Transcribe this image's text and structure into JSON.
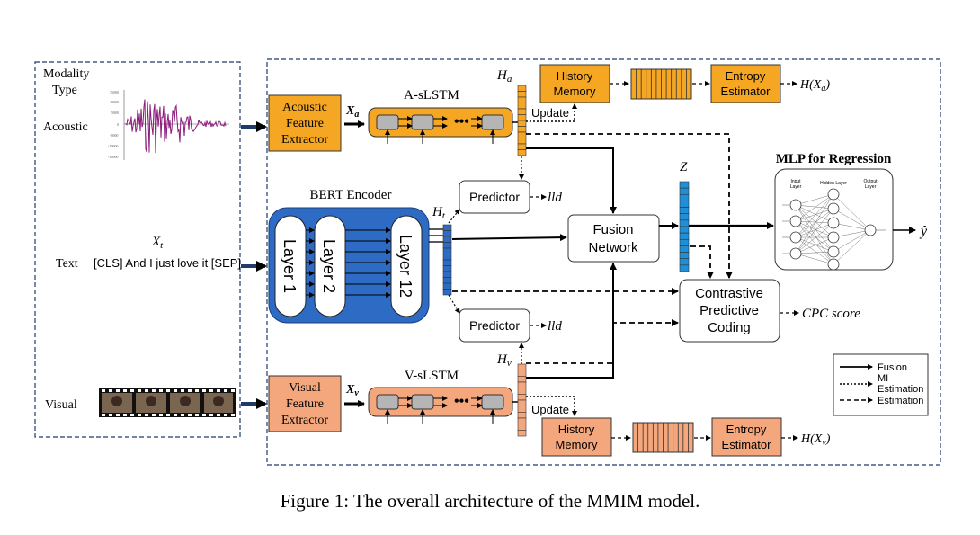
{
  "left_panel": {
    "modality_type_line1": "Modality",
    "modality_type_line2": "Type",
    "acoustic_label": "Acoustic",
    "text_label": "Text",
    "visual_label": "Visual",
    "text_var": "X",
    "text_var_sub": "t",
    "text_input": "[CLS] And I just love it [SEP]"
  },
  "acoustic_branch": {
    "extractor_line1": "Acoustic",
    "extractor_line2": "Feature",
    "extractor_line3": "Extractor",
    "input_var": "X",
    "input_sub": "a",
    "lstm_title": "A-sLSTM",
    "hidden_var": "H",
    "hidden_sub": "a",
    "update_label": "Update",
    "history_line1": "History",
    "history_line2": "Memory",
    "entropy_line1": "Entropy",
    "entropy_line2": "Estimator",
    "output": "H(X",
    "output_sub": "a",
    "output_close": ")"
  },
  "text_branch": {
    "bert_title": "BERT Encoder",
    "layer1": "Layer 1",
    "layer2": "Layer 2",
    "layer12": "Layer 12",
    "hidden_var": "H",
    "hidden_sub": "t",
    "predictor_top": "Predictor",
    "predictor_bottom": "Predictor",
    "lld_top": "lld",
    "lld_bottom": "lld"
  },
  "visual_branch": {
    "extractor_line1": "Visual",
    "extractor_line2": "Feature",
    "extractor_line3": "Extractor",
    "input_var": "X",
    "input_sub": "v",
    "lstm_title": "V-sLSTM",
    "hidden_var": "H",
    "hidden_sub": "v",
    "update_label": "Update",
    "history_line1": "History",
    "history_line2": "Memory",
    "entropy_line1": "Entropy",
    "entropy_line2": "Estimator",
    "output": "H(X",
    "output_sub": "v",
    "output_close": ")"
  },
  "fusion": {
    "line1": "Fusion",
    "line2": "Network",
    "z_label": "Z",
    "cpc_line1": "Contrastive",
    "cpc_line2": "Predictive",
    "cpc_line3": "Coding",
    "cpc_output": "CPC score"
  },
  "mlp": {
    "title": "MLP for Regression",
    "input_layer_1": "Input",
    "input_layer_2": "Layer",
    "hidden_layer": "Hidden Layer",
    "output_layer_1": "Output",
    "output_layer_2": "Layer",
    "output": "ŷ"
  },
  "legend": {
    "fusion": "Fusion",
    "mi_1": "MI",
    "mi_2": "Estimation",
    "estimation": "Estimation"
  },
  "caption": "Figure 1: The overall architecture of the MMIM model.",
  "colors": {
    "acoustic_orange": "#f5a623",
    "visual_salmon": "#f4a77c",
    "bert_blue": "#2e6bc4",
    "bar_blue": "#1f8fd8",
    "waveform": "#8b1a7a"
  }
}
